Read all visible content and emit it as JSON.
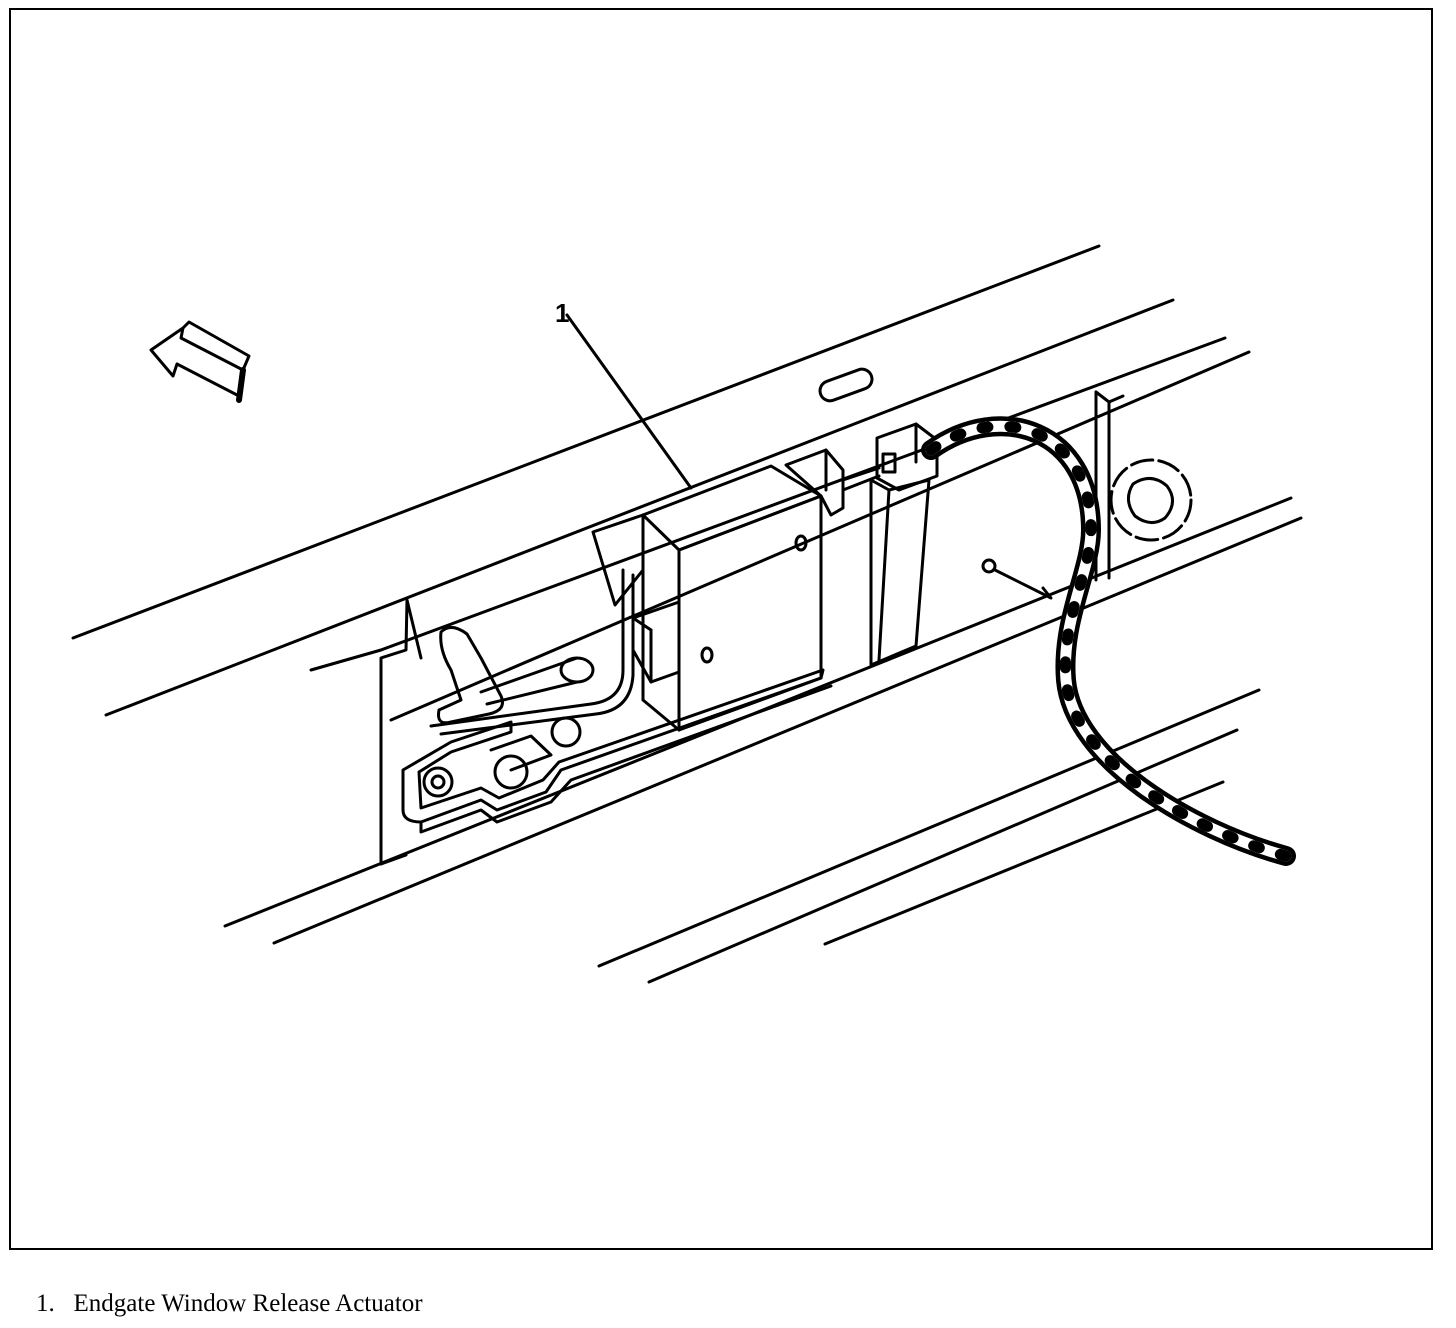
{
  "diagram": {
    "callouts": [
      {
        "number": "1",
        "part": "Endgate Window Release Actuator"
      }
    ],
    "icons": [
      "direction-arrow-icon"
    ]
  },
  "legend": {
    "items": [
      {
        "number": "1.",
        "label": "Endgate Window Release Actuator"
      }
    ]
  }
}
